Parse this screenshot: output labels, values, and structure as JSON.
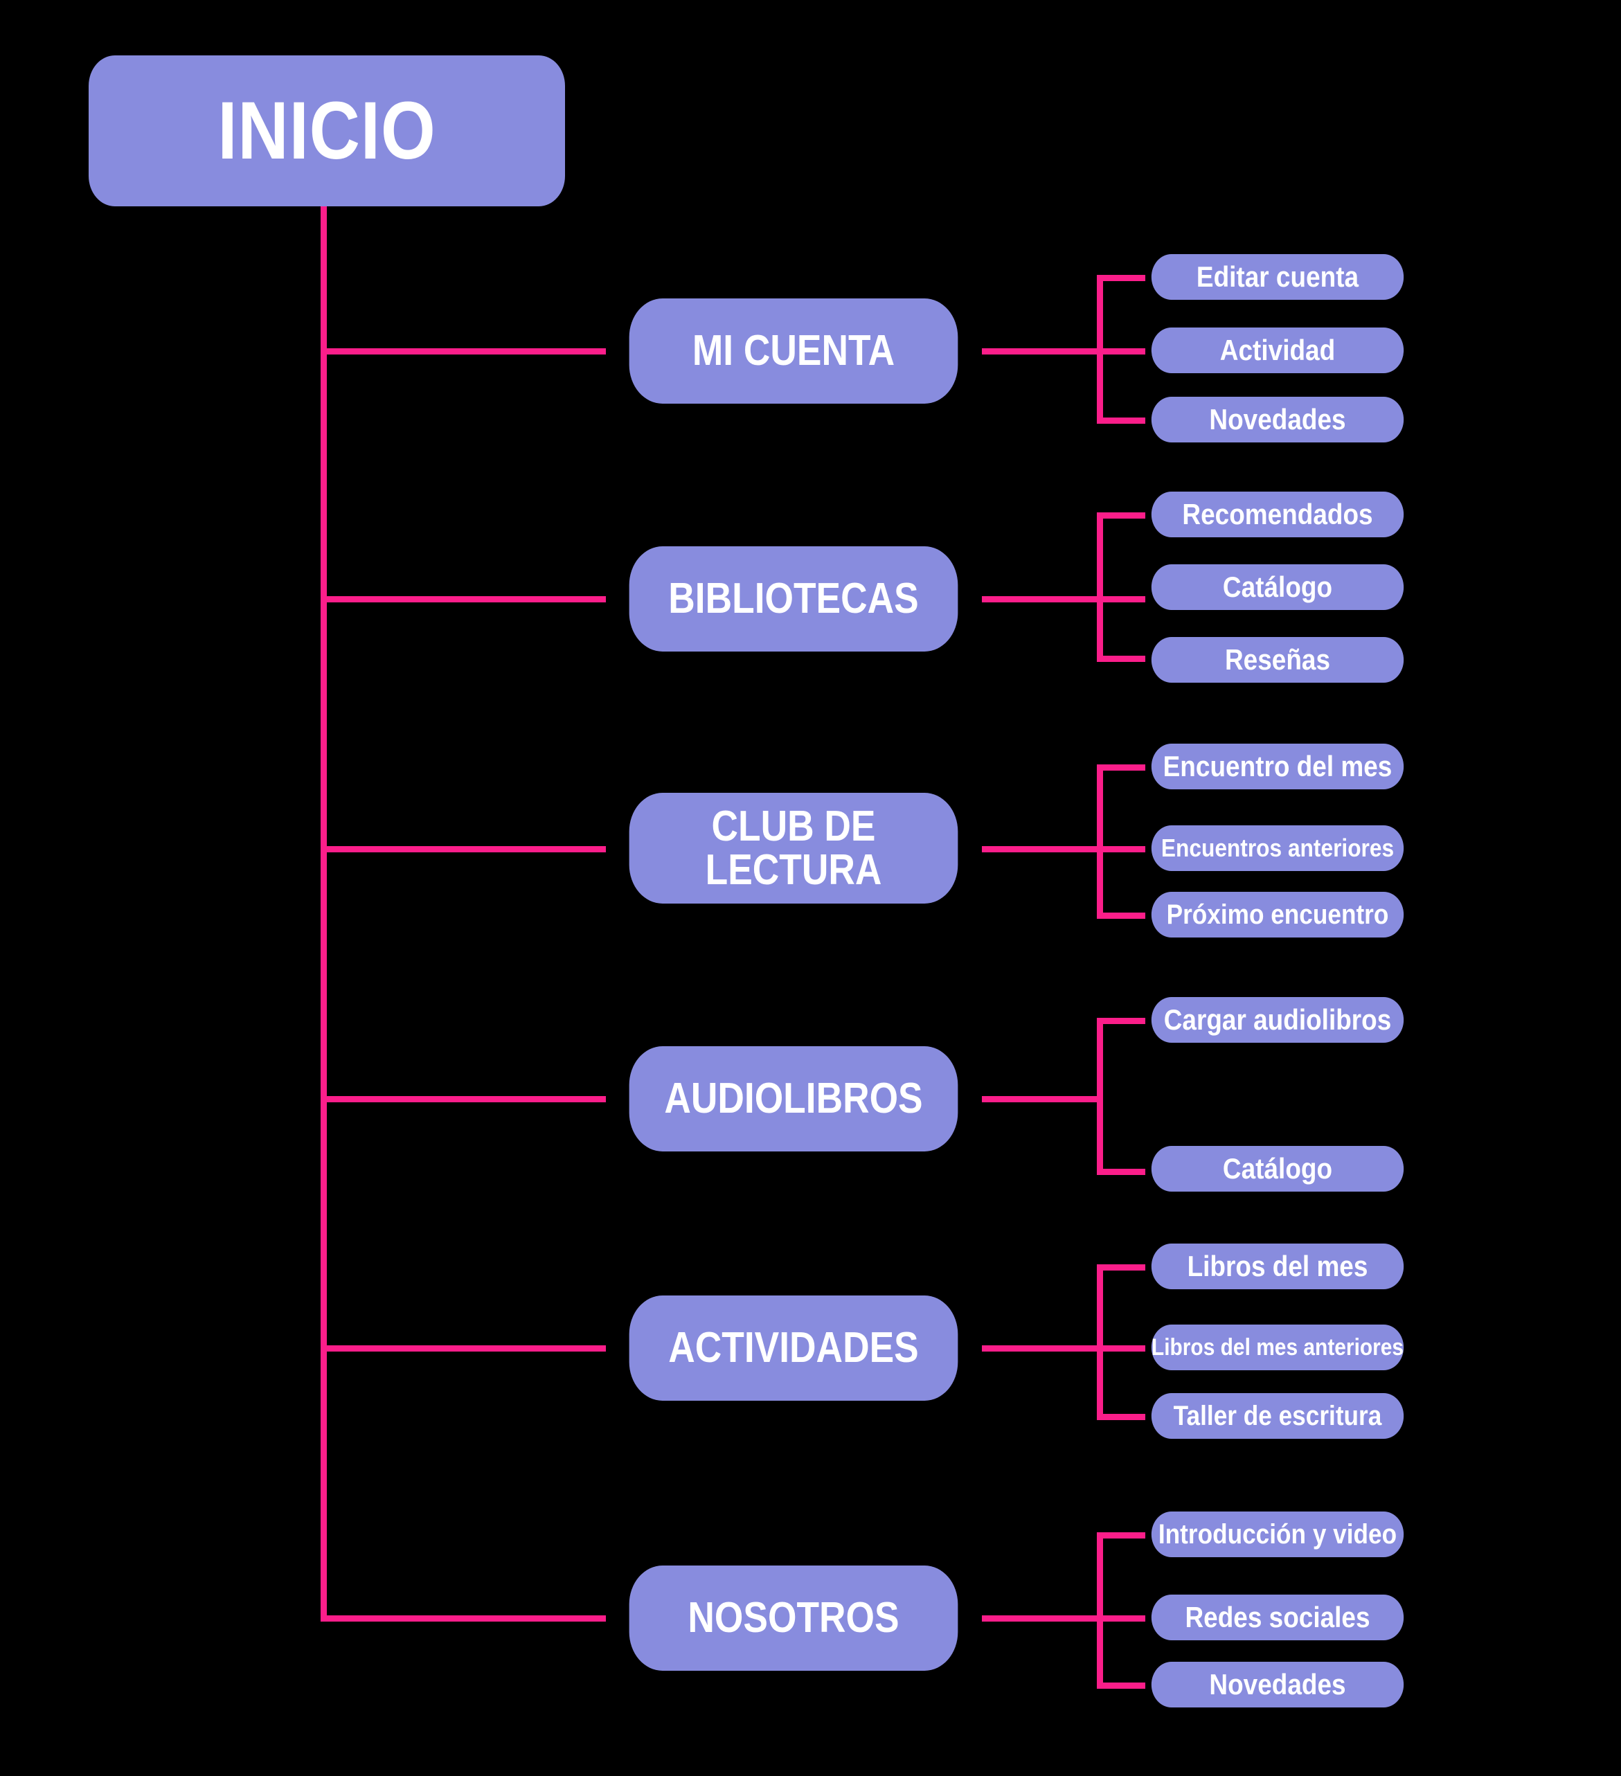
{
  "diagram": {
    "type": "sitemap-tree",
    "title": "INICIO",
    "colors": {
      "background": "#000000",
      "node_fill": "#888CDE",
      "node_text": "#FFFFFF",
      "connector": "#FB1E8A"
    },
    "root": {
      "label": "INICIO"
    },
    "sections": [
      {
        "label": "MI CUENTA",
        "children": [
          {
            "label": "Editar cuenta"
          },
          {
            "label": "Actividad"
          },
          {
            "label": "Novedades"
          }
        ]
      },
      {
        "label": "BIBLIOTECAS",
        "children": [
          {
            "label": "Recomendados"
          },
          {
            "label": "Catálogo"
          },
          {
            "label": "Reseñas"
          }
        ]
      },
      {
        "label": "CLUB DE\nLECTURA",
        "children": [
          {
            "label": "Encuentro del mes"
          },
          {
            "label": "Encuentros anteriores"
          },
          {
            "label": "Próximo encuentro"
          }
        ]
      },
      {
        "label": "AUDIOLIBROS",
        "children": [
          {
            "label": "Cargar audiolibros"
          },
          {
            "label": "Catálogo"
          }
        ]
      },
      {
        "label": "ACTIVIDADES",
        "children": [
          {
            "label": "Libros del mes"
          },
          {
            "label": "Libros del mes anteriores"
          },
          {
            "label": "Taller de escritura"
          }
        ]
      },
      {
        "label": "NOSOTROS",
        "children": [
          {
            "label": "Introducción y video"
          },
          {
            "label": "Redes sociales"
          },
          {
            "label": "Novedades"
          }
        ]
      }
    ]
  }
}
